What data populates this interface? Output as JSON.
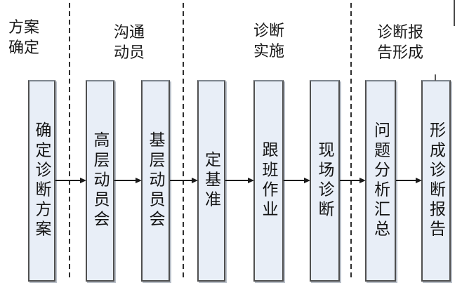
{
  "diagram": {
    "type": "flowchart",
    "direction": "left-to-right",
    "phases": [
      {
        "line1": "方案",
        "line2": "确定"
      },
      {
        "line1": "沟通",
        "line2": "动员"
      },
      {
        "line1": "诊断",
        "line2": "实施"
      },
      {
        "line1": "诊断报",
        "line2": "告形成"
      }
    ],
    "steps": [
      {
        "text": "确定诊断方案",
        "phase": "方案确定"
      },
      {
        "text": "高层动员会",
        "phase": "沟通动员"
      },
      {
        "text": "基层动员会",
        "phase": "沟通动员"
      },
      {
        "text": "定基准",
        "phase": "诊断实施"
      },
      {
        "text": "跟班作业",
        "phase": "诊断实施"
      },
      {
        "text": "现场诊断",
        "phase": "诊断实施"
      },
      {
        "text": "问题分析汇总",
        "phase": "诊断报告形成"
      },
      {
        "text": "形成诊断报告",
        "phase": "诊断报告形成"
      }
    ],
    "flow": [
      "确定诊断方案 → 高层动员会",
      "高层动员会 → 基层动员会",
      "基层动员会 → 定基准",
      "定基准 → 跟班作业",
      "跟班作业 → 现场诊断",
      "现场诊断 → 问题分析汇总",
      "问题分析汇总 → 形成诊断报告"
    ]
  },
  "colors": {
    "background": "#ffffff",
    "box_fill": "#e8eef7",
    "box_border": "#4f4f4f",
    "line": "#1a1a1a"
  }
}
